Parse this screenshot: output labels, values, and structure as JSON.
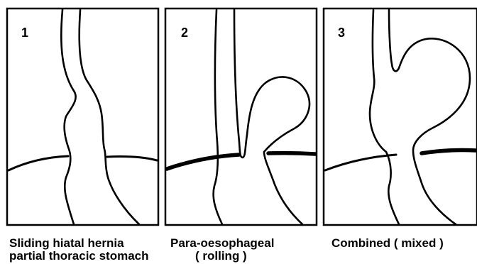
{
  "panels": [
    {
      "number": "1",
      "caption_line1": "Sliding hiatal hernia",
      "caption_line2": "partial thoracic stomach"
    },
    {
      "number": "2",
      "caption_line1": "Para-oesophageal",
      "caption_line2": "( rolling )"
    },
    {
      "number": "3",
      "caption_line1": "Combined ( mixed )",
      "caption_line2": ""
    }
  ]
}
